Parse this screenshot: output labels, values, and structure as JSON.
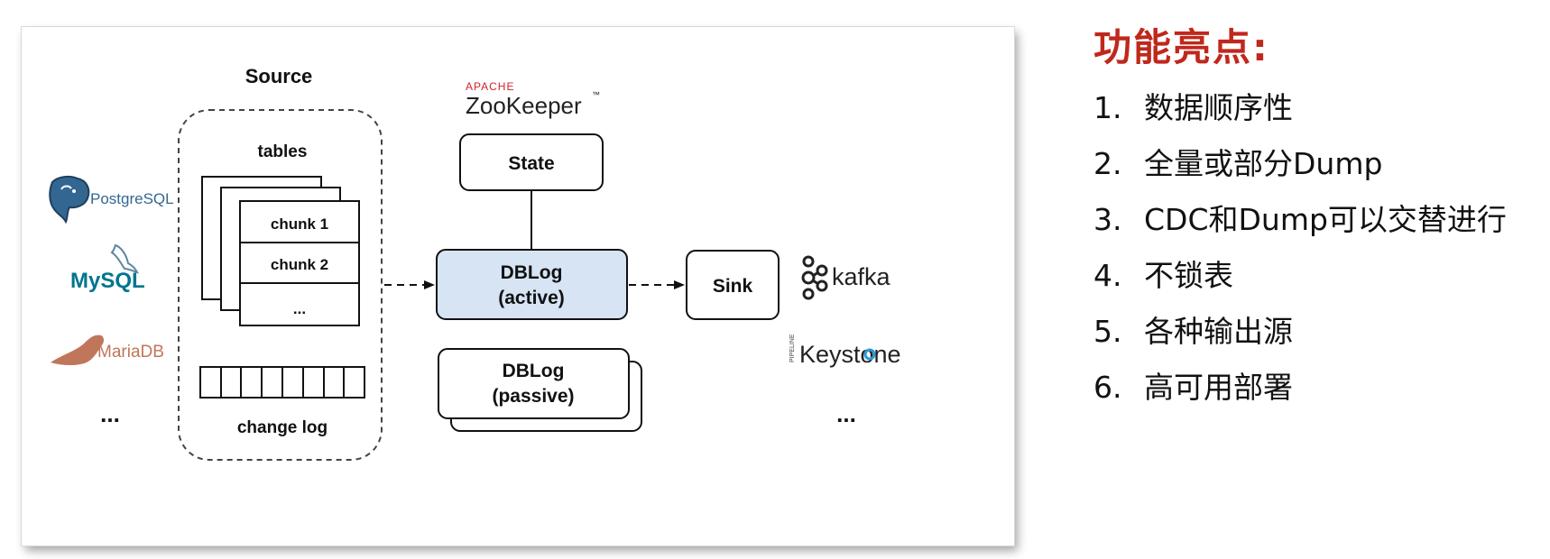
{
  "diagram": {
    "source_title": "Source",
    "tables_label": "tables",
    "chunks": [
      "chunk 1",
      "chunk 2",
      "..."
    ],
    "change_log_label": "change log",
    "zookeeper": {
      "apache": "APACHE",
      "name": "ZooKeeper",
      "tm": "™"
    },
    "state_label": "State",
    "dblog_active": {
      "line1": "DBLog",
      "line2": "(active)"
    },
    "dblog_passive": {
      "line1": "DBLog",
      "line2": "(passive)"
    },
    "sink_label": "Sink",
    "sources": [
      {
        "name": "PostgreSQL",
        "icon": "postgresql-elephant-icon"
      },
      {
        "name": "MySQL",
        "icon": "mysql-dolphin-icon"
      },
      {
        "name": "MariaDB",
        "icon": "mariadb-seal-icon"
      }
    ],
    "source_more": "...",
    "sinks": [
      {
        "name": "kafka",
        "icon": "kafka-icon"
      },
      {
        "name": "Keystone",
        "sub": "PIPELINE",
        "icon": "keystone-icon"
      }
    ],
    "sink_more": "...",
    "colors": {
      "active_fill": "#d6e4f4",
      "stroke": "#222222",
      "postgres_blue": "#336791",
      "mysql_blue": "#00758f",
      "mysql_orange": "#f29111",
      "mariadb_brown": "#c0765a",
      "zk_red": "#d22128",
      "keystone_blue": "#2b9ad8"
    }
  },
  "features": {
    "title": "功能亮点:",
    "items": [
      {
        "num": "1.",
        "text": "数据顺序性"
      },
      {
        "num": "2.",
        "text": "全量或部分Dump"
      },
      {
        "num": "3.",
        "text": "CDC和Dump可以交替进行"
      },
      {
        "num": "4.",
        "text": "不锁表"
      },
      {
        "num": "5.",
        "text": "各种输出源"
      },
      {
        "num": "6.",
        "text": "高可用部署"
      }
    ],
    "title_color": "#c0281c"
  }
}
